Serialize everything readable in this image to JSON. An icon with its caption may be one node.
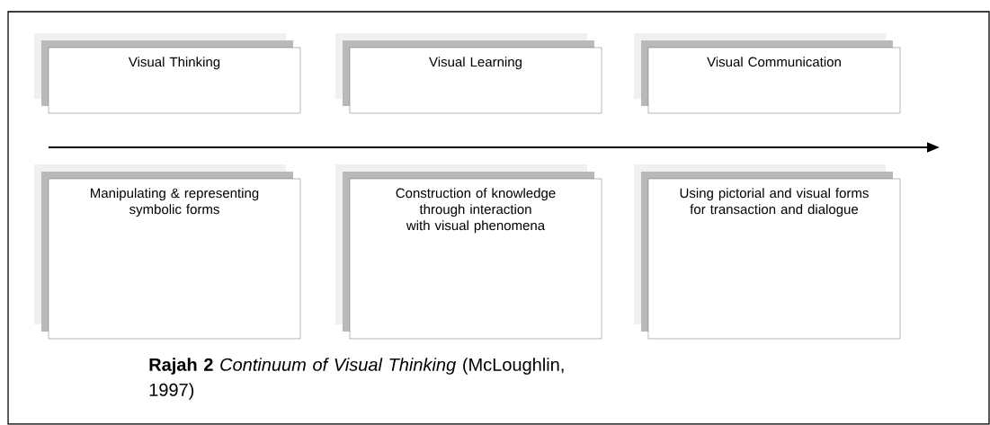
{
  "diagram": {
    "caption": "**Rajah 2** *Continuum of Visual Thinking* (McLoughlin, 1997)",
    "nodes": [
      {
        "text": [
          "Visual Thinking"
        ]
      },
      {
        "text": [
          "Visual Learning"
        ]
      },
      {
        "text": [
          "Visual Communication"
        ]
      },
      {
        "text": [
          "Manipulating & representing symbolic forms"
        ]
      },
      {
        "text": [
          "Construction of knowledge through interaction with visual phenomena"
        ]
      },
      {
        "text": [
          "Using pictorial and visual forms for transaction and dialogue"
        ]
      }
    ]
  }
}
